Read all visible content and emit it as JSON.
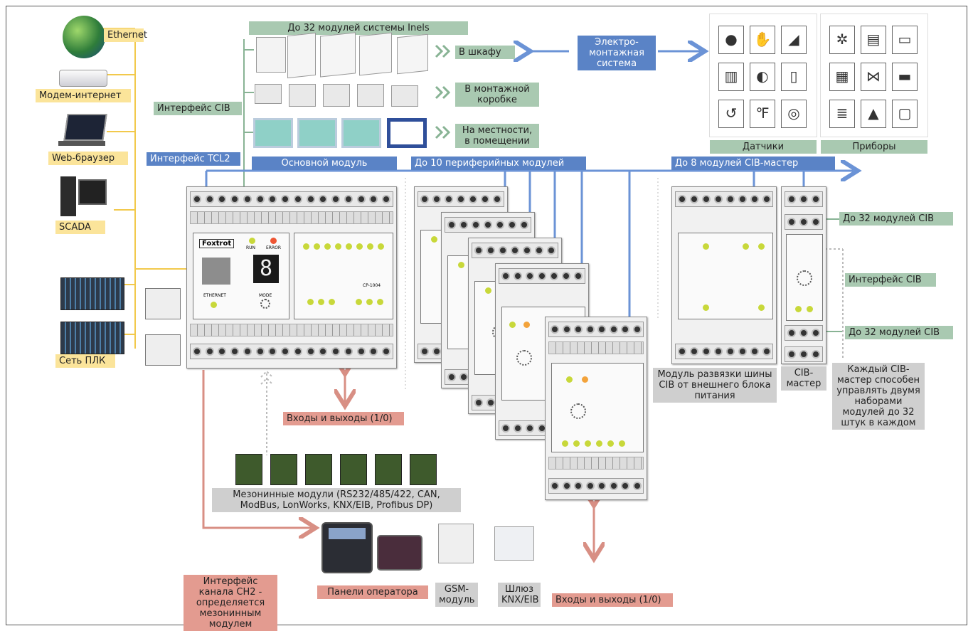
{
  "labels": {
    "ethernet": "Ethernet",
    "modem": "Модем-интернет",
    "web": "Web-браузер",
    "scada": "SCADA",
    "plc_net": "Сеть ПЛК",
    "inels_modules": "До 32 модулей системы Inels",
    "in_cabinet": "В шкафу",
    "in_box": "В монтажной коробке",
    "on_site": "На местности, в помещении",
    "install_system": "Электро-монтажная система",
    "cib_interface_left": "Интерфейс CIB",
    "tcl2_interface": "Интерфейс TCL2",
    "main_module": "Основной модуль",
    "peripheral": "До 10 периферийных модулей",
    "cib_master_modules": "До 8 модулей CIB-мастер",
    "sensors": "Датчики",
    "devices": "Приборы",
    "cib32_top": "До 32 модулей CIB",
    "cib_interface_right": "Интерфейс CIB",
    "cib32_bottom": "До 32 модулей CIB",
    "cib_master_note": "Каждый CIB-мастер способен управлять двумя наборами модулей до 32 штук в каждом",
    "cib_master": "CIB-мастер",
    "isolation_module": "Модуль развязки шины CIB от внешнего блока питания",
    "io_left": "Входы и выходы (1/0)",
    "io_right": "Входы и выходы (1/0)",
    "mezzanine": "Мезонинные модули (RS232/485/422, CAN, ModBus, LonWorks, KNX/EIB, Profibus DP)",
    "ch2": "Интерфейс канала CH2 - определяется мезонинным модулем",
    "operator_panels": "Панели оператора",
    "gsm": "GSM-модуль",
    "knx_gateway": "Шлюз KNX/EIB"
  },
  "device_text": {
    "brand": "Foxtrot",
    "run": "RUN",
    "error": "ERROR",
    "ethernet_port": "ETHERNET",
    "seven_seg": "8",
    "mode": "MODE",
    "cp_model": "CP-1004"
  },
  "colors": {
    "yellow_label": "#fbe49a",
    "green_label": "#a9c9b1",
    "blue_label": "#5a83c6",
    "red_label": "#e39b90",
    "gray_label": "#cfcfcf",
    "bus_line": "#6b93d6",
    "io_arrow": "#d88f84",
    "net_line": "#f2c94c",
    "cib_line": "#88b394"
  }
}
